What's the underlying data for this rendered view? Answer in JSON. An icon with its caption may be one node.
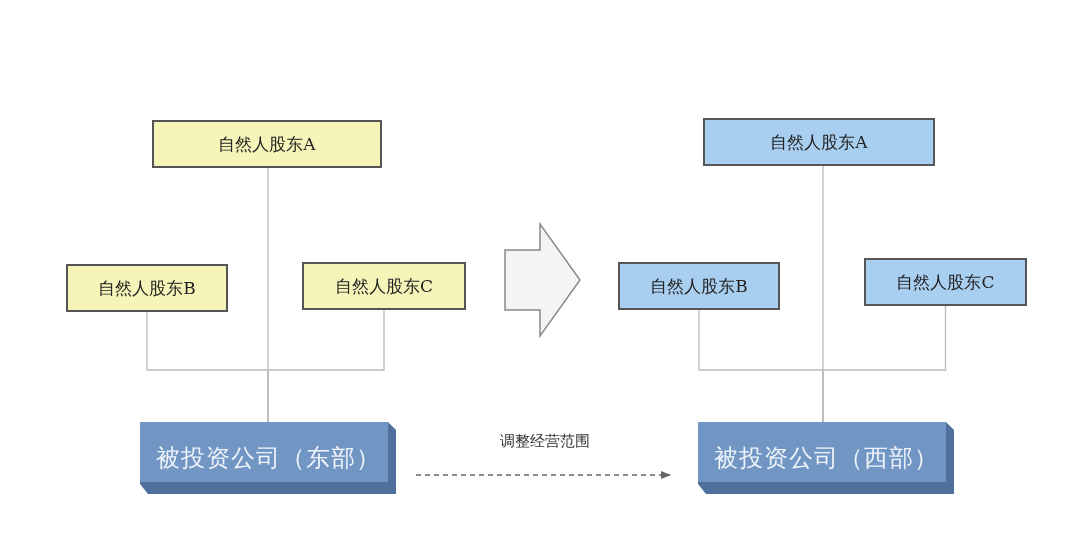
{
  "diagram": {
    "nodes": [
      {
        "text": [
          "自然人股东A"
        ]
      },
      {
        "text": [
          "自然人股东B"
        ]
      },
      {
        "text": [
          "自然人股东C"
        ]
      },
      {
        "text": [
          "被投资公司（东部）"
        ]
      },
      {
        "text": [
          "自然人股东A"
        ]
      },
      {
        "text": [
          "自然人股东B"
        ]
      },
      {
        "text": [
          "自然人股东C"
        ]
      },
      {
        "text": [
          "被投资公司（西部）"
        ]
      }
    ],
    "edges": [
      {
        "from": 0,
        "to": 3,
        "arrow": "none"
      },
      {
        "from": 1,
        "to": 3,
        "arrow": "none"
      },
      {
        "from": 2,
        "to": 3,
        "arrow": "none"
      },
      {
        "from": 4,
        "to": 7,
        "arrow": "none"
      },
      {
        "from": 5,
        "to": 7,
        "arrow": "none"
      },
      {
        "from": 6,
        "to": 7,
        "arrow": "none"
      },
      {
        "from": 3,
        "to": 7,
        "arrow": "to",
        "label": "调整经营范围",
        "style": "dashed"
      }
    ]
  }
}
